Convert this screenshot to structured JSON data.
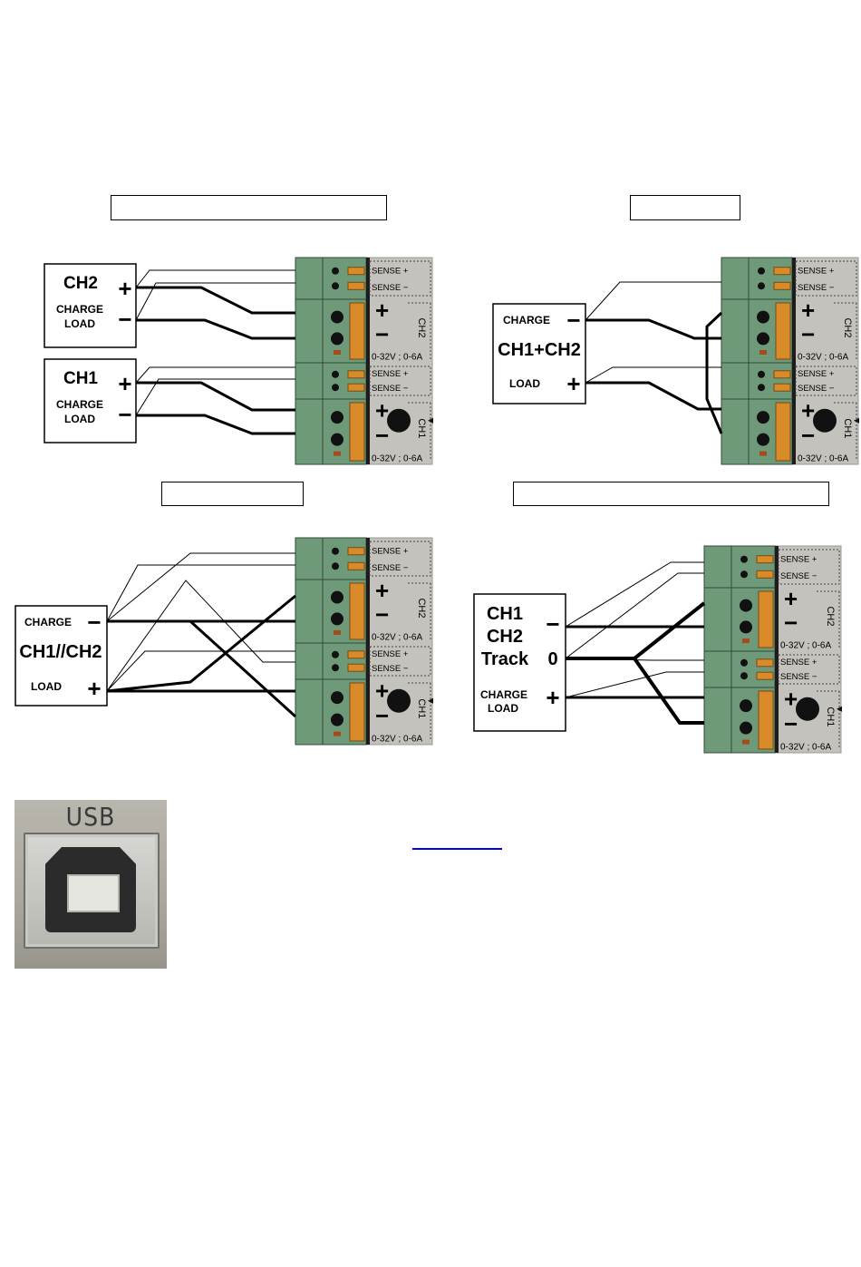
{
  "header_boxes": [
    {},
    {},
    {},
    {}
  ],
  "diagrams": [
    {
      "device_labels": [
        "CH2",
        "CHARGE",
        "LOAD",
        "CH1",
        "CHARGE",
        "LOAD"
      ],
      "signs": [
        "+",
        "−",
        "+",
        "−"
      ]
    },
    {
      "device_labels": [
        "CHARGE",
        "CH1+CH2",
        "LOAD"
      ],
      "signs": [
        "−",
        "+"
      ]
    },
    {
      "device_labels": [
        "CHARGE",
        "CH1//CH2",
        "LOAD"
      ],
      "signs": [
        "−",
        "+"
      ]
    },
    {
      "device_labels": [
        "CH1",
        "CH2",
        "Track",
        "CHARGE",
        "LOAD"
      ],
      "signs": [
        "−",
        "0",
        "+"
      ]
    }
  ],
  "terminal_block": {
    "sense_plus": "SENSE +",
    "sense_minus": "SENSE −",
    "plus": "+",
    "minus": "−",
    "rating": "0-32V ; 0-6A",
    "ch2": "CH2",
    "ch1": "CH1"
  },
  "usb_photo": {
    "label": "USB"
  },
  "colors": {
    "terminal_green": "#6f9a7a",
    "terminal_orange": "#d98b2a",
    "panel_gray": "#c4c2bd",
    "link_blue": "#0000ee"
  }
}
